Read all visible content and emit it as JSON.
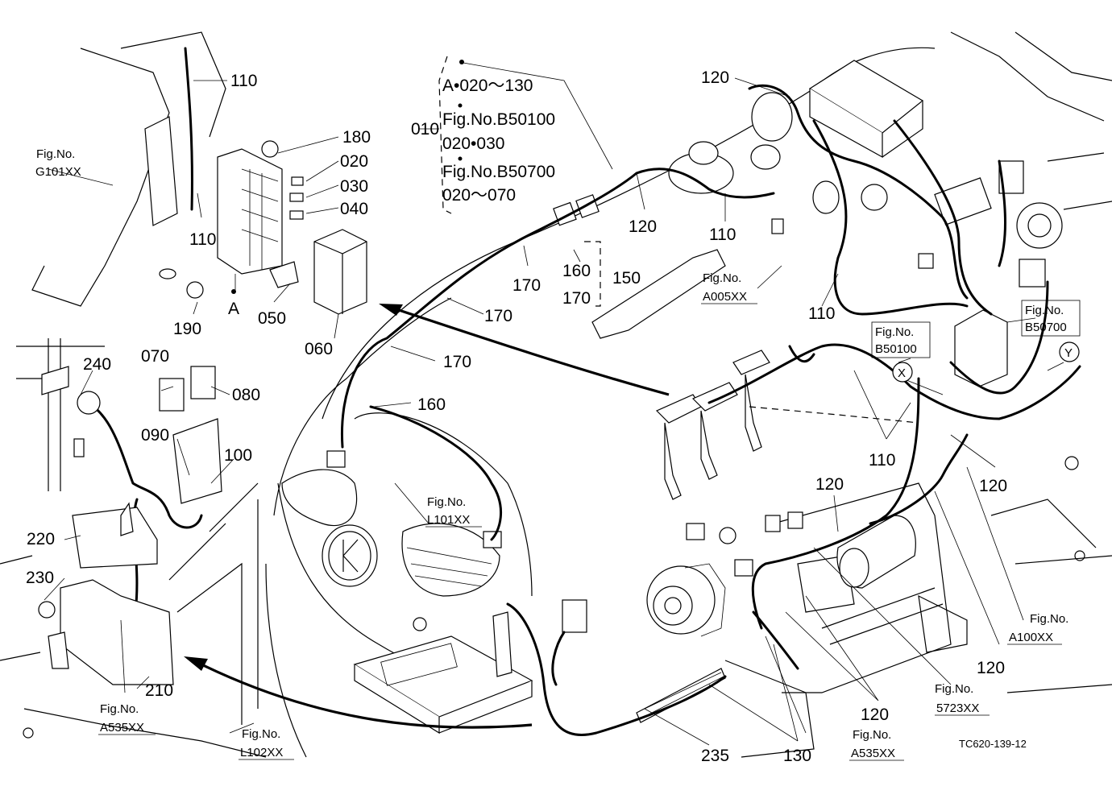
{
  "callouts": {
    "p110_top": "110",
    "p110_left": "110",
    "p110_mid": "110",
    "p110_bottom": "110",
    "p180": "180",
    "p020": "020",
    "p030": "030",
    "p040": "040",
    "p050": "050",
    "p060": "060",
    "p190": "190",
    "pA": "A",
    "p010": "010",
    "p120_top": "120",
    "p120_mid": "120",
    "p120_right": "120",
    "p120_center": "120",
    "p120_lowright": "120",
    "p120_bottom": "120",
    "p170_a": "170",
    "p170_b": "170",
    "p170_c": "170",
    "p160_a": "160",
    "p160_b": "160",
    "p150": "150",
    "p170_d": "170",
    "p240": "240",
    "p070": "070",
    "p080": "080",
    "p090": "090",
    "p100": "100",
    "p220": "220",
    "p230": "230",
    "p210": "210",
    "p235": "235",
    "p130": "130"
  },
  "note_box": {
    "line1": "A•020～130",
    "line2": "Fig.No.B50100",
    "line3": "020•030",
    "line4": "Fig.No.B50700",
    "line5": "020～070"
  },
  "refs": {
    "g101": {
      "line1": "Fig.No.",
      "line2": "G101XX"
    },
    "a005": {
      "line1": "Fig.No.",
      "line2": "A005XX"
    },
    "b50700": {
      "line1": "Fig.No.",
      "line2": "B50700"
    },
    "b50100": {
      "line1": "Fig.No.",
      "line2": "B50100"
    },
    "l101": {
      "line1": "Fig.No.",
      "line2": "L101XX"
    },
    "a100": {
      "line1": "Fig.No.",
      "line2": "A100XX"
    },
    "f5723": {
      "line1": "Fig.No.",
      "line2": "5723XX"
    },
    "a535_left": {
      "line1": "Fig.No.",
      "line2": "A535XX"
    },
    "l102": {
      "line1": "Fig.No.",
      "line2": "L102XX"
    },
    "a535_bottom": {
      "line1": "Fig.No.",
      "line2": "A535XX"
    }
  },
  "markers": {
    "x": "X",
    "y": "Y"
  },
  "drawing_code": "TC620-139-12"
}
